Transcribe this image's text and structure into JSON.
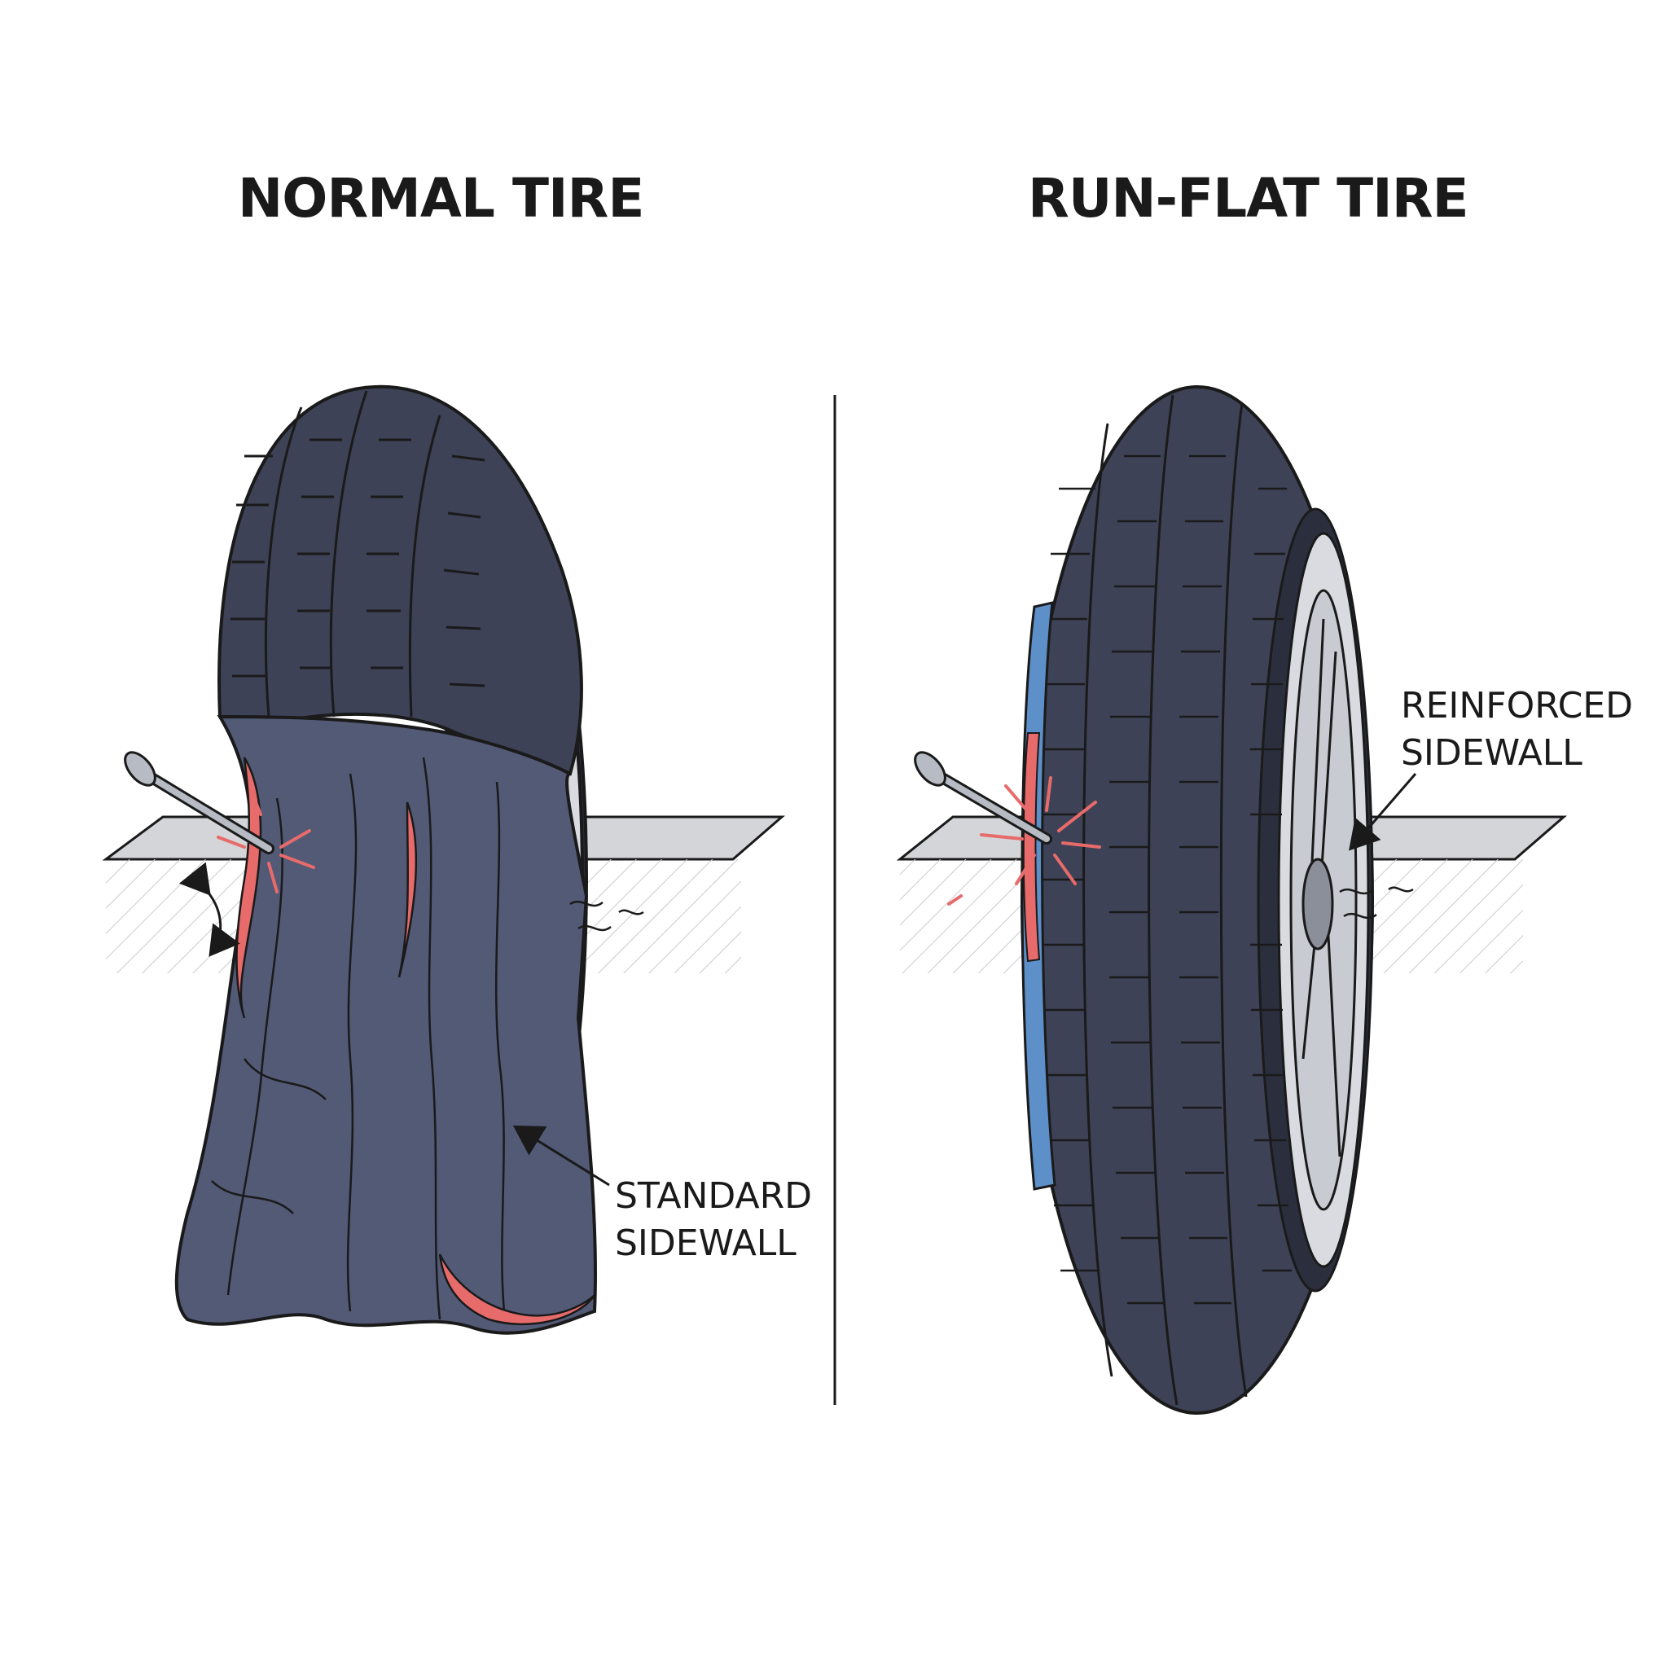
{
  "titles": {
    "left": "NORMAL TIRE",
    "right": "RUN-FLAT TIRE"
  },
  "callouts": {
    "left": {
      "line1": "STANDARD",
      "line2": "SIDEWALL"
    },
    "right": {
      "line1": "REINFORCED",
      "line2": "SIDEWALL"
    }
  },
  "colors": {
    "rubber": "#3d4256",
    "rubber_flat": "#525a76",
    "rim": "#d9dbe0",
    "damage": "#e86b6b",
    "reinforcement": "#5d8fc9",
    "ground": "#cfd0d2",
    "ink": "#1a1a1a"
  }
}
